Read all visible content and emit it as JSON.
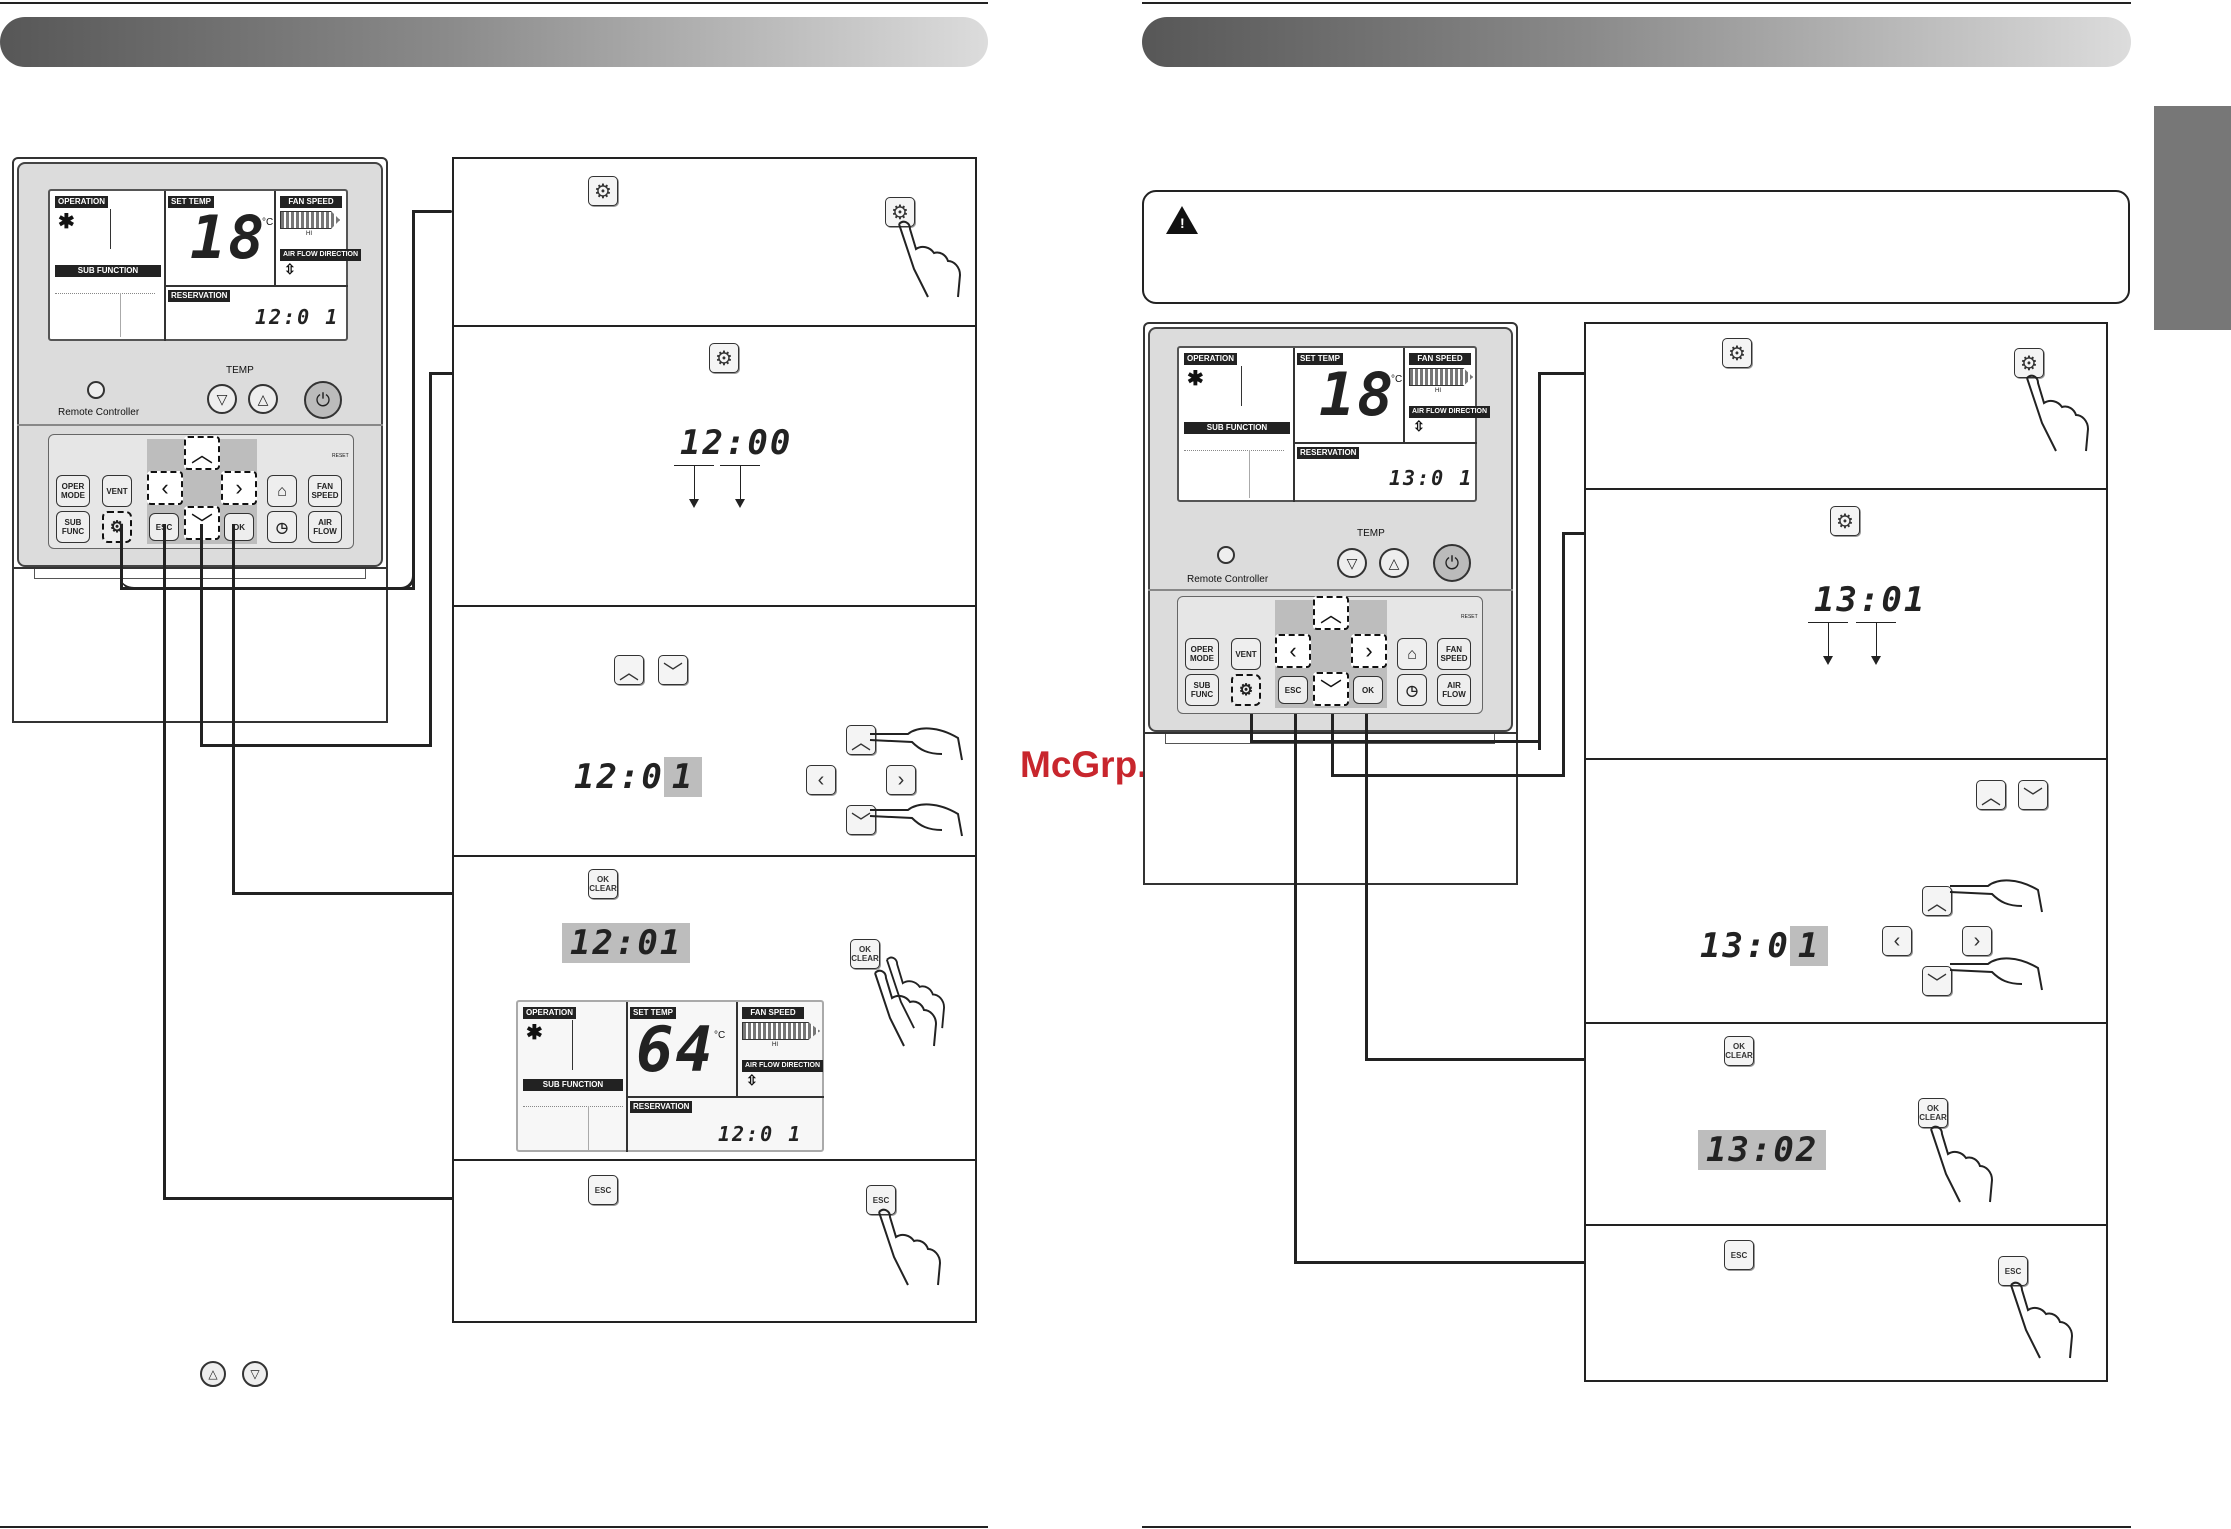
{
  "watermark": "McGrp.Ru",
  "keys": {
    "ok_line1": "OK",
    "ok_line2": "CLEAR",
    "esc": "ESC",
    "oper_mode": "OPER MODE",
    "sub_func": "SUB FUNC",
    "vent": "VENT",
    "fan_speed": "FAN SPEED",
    "air_flow": "AIR FLOW",
    "reset": "RESET",
    "temp": "TEMP",
    "remote_controller": "Remote Controller"
  },
  "lcd_labels": {
    "operation": "OPERATION",
    "set_temp": "SET TEMP",
    "fan_speed": "FAN SPEED",
    "air_flow_direction": "AIR FLOW DIRECTION",
    "sub_function": "SUB FUNCTION",
    "reservation": "RESERVATION",
    "hi": "HI",
    "degc": "°C"
  },
  "left_page": {
    "remote": {
      "set_temp": "18",
      "reservation_time": "12:0 1"
    },
    "step2_time": "12:00",
    "step3_time": "12:0",
    "step3_time_sel": "1",
    "step4_time": "12:01",
    "step4_lcd": {
      "set_temp": "64",
      "reservation_time": "12:0 1"
    }
  },
  "right_page": {
    "remote": {
      "set_temp": "18",
      "reservation_time": "13:0 1"
    },
    "step2_time": "13:01",
    "step3_time": "13:0",
    "step3_time_sel": "1",
    "step4_time": "13:02"
  }
}
